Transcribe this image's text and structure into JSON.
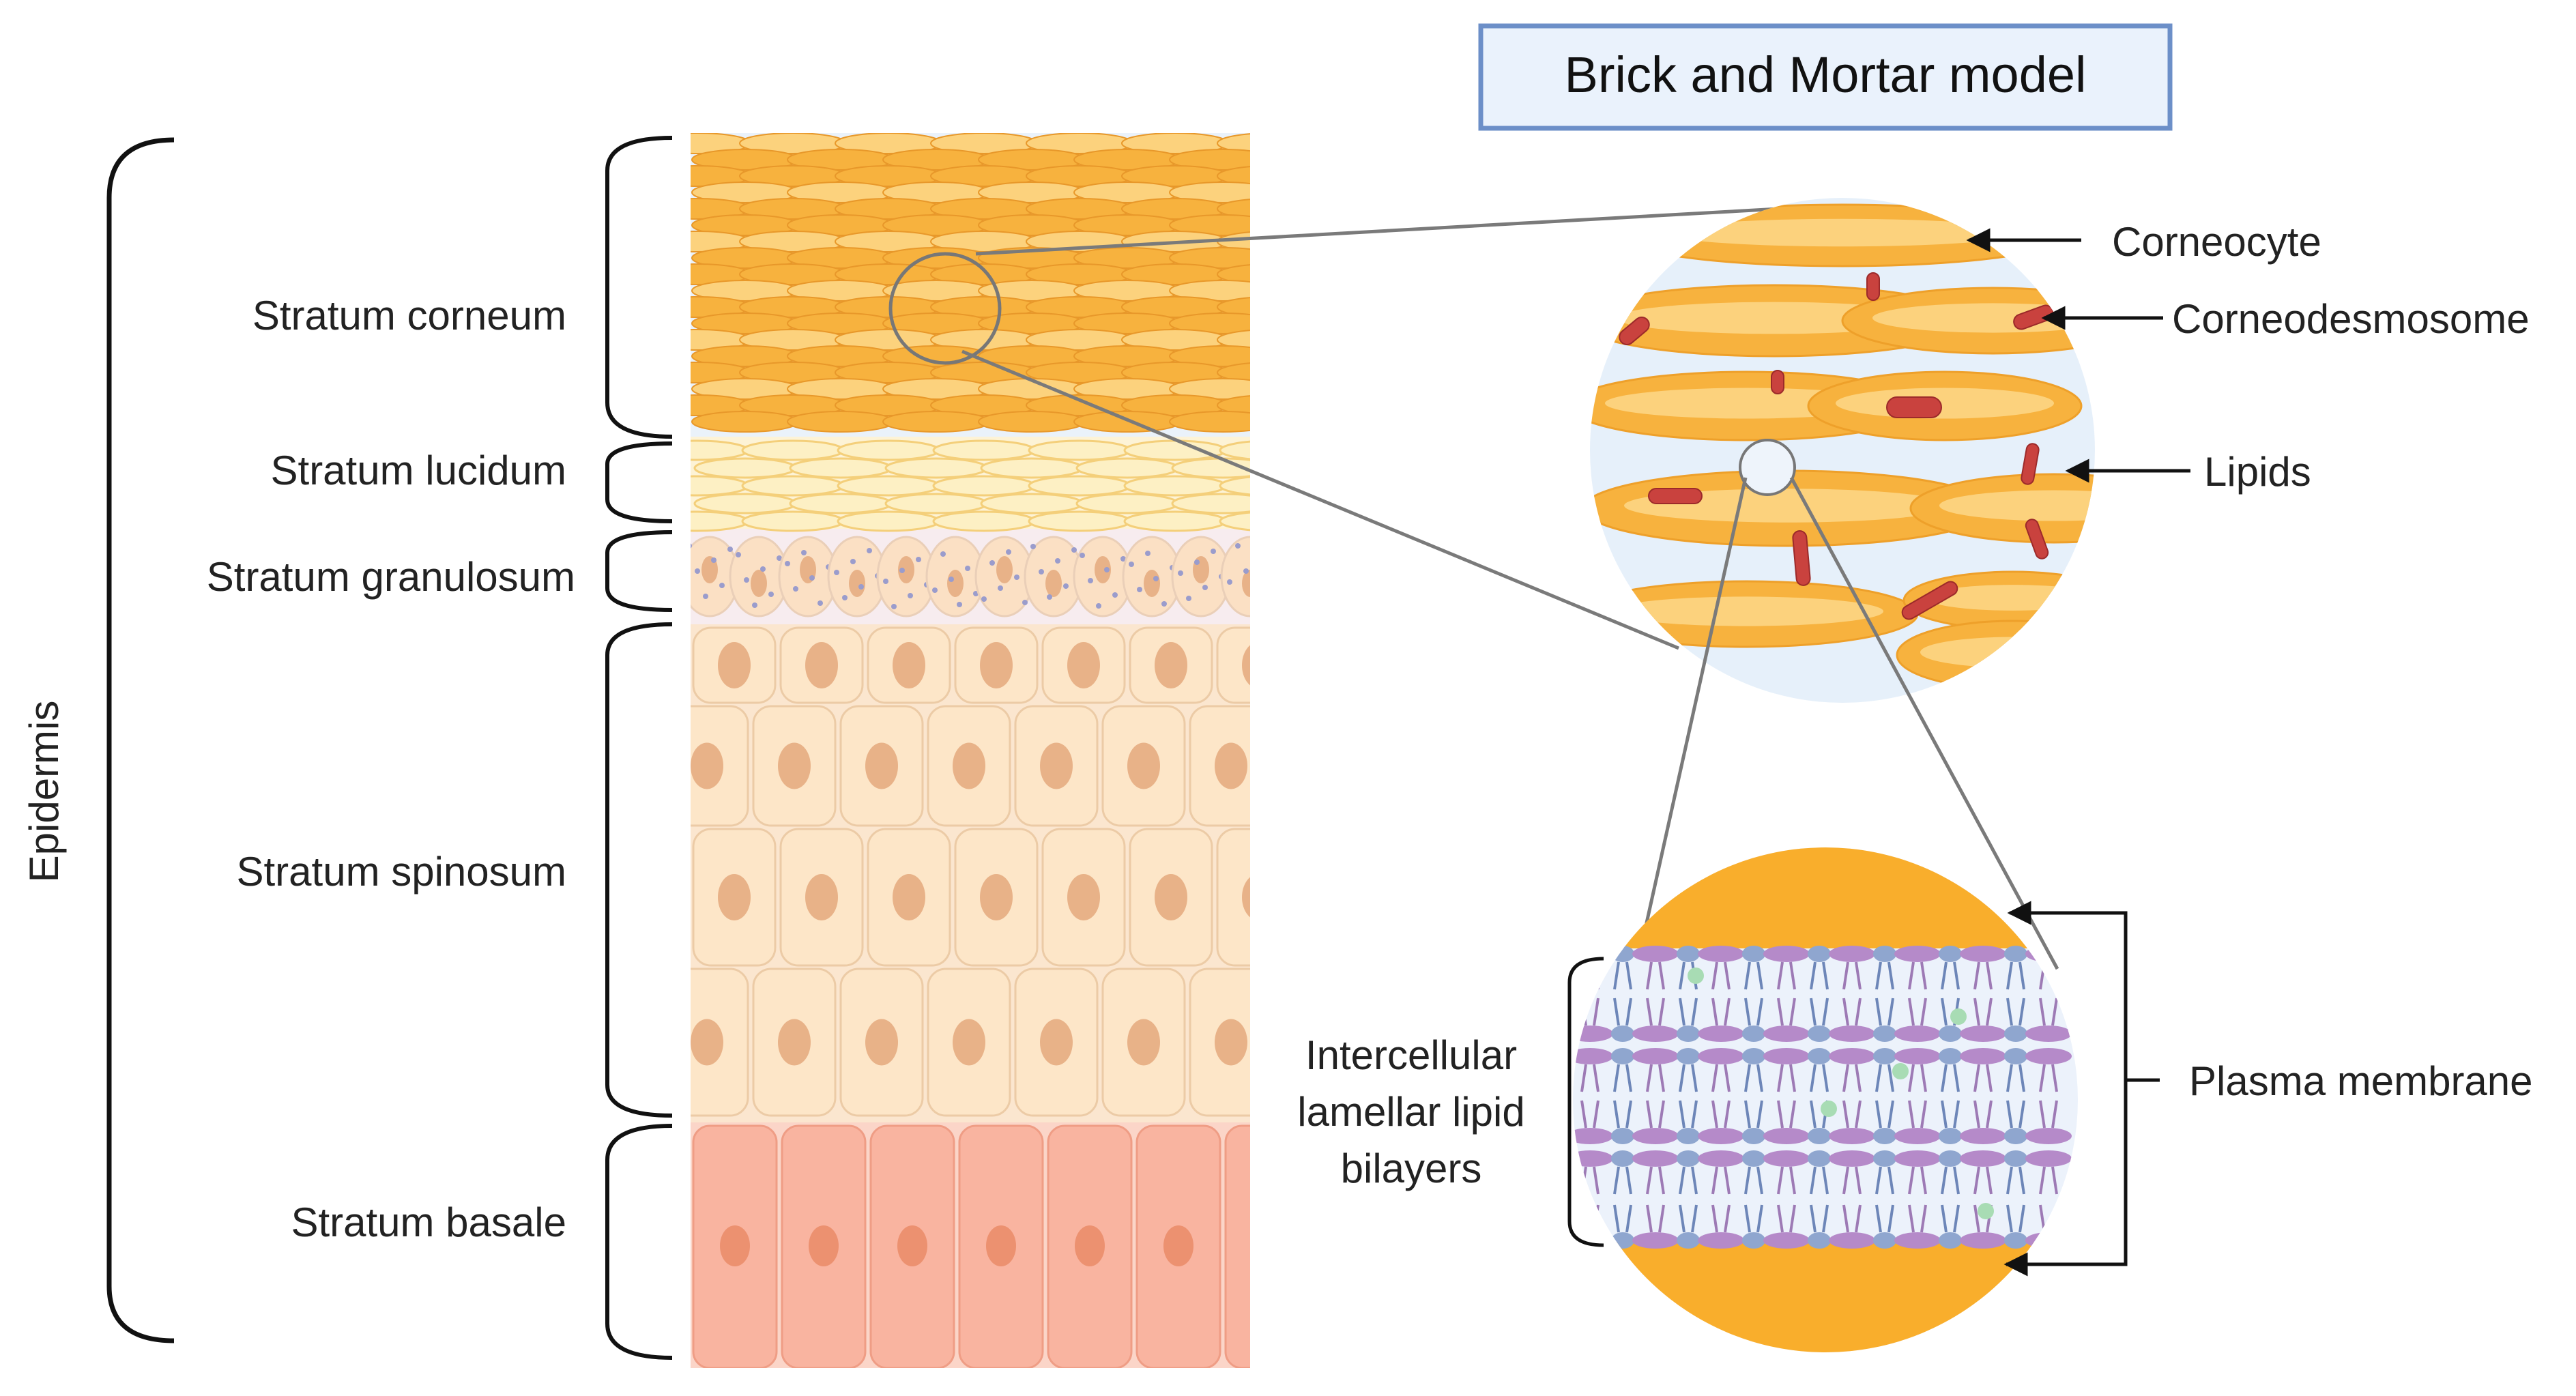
{
  "title": "Brick and Mortar model",
  "epidermis_label": "Epidermis",
  "layers": [
    {
      "key": "corneum",
      "label": "Stratum corneum"
    },
    {
      "key": "lucidum",
      "label": "Stratum lucidum"
    },
    {
      "key": "granulosum",
      "label": "Stratum granulosum"
    },
    {
      "key": "spinosum",
      "label": "Stratum spinosum"
    },
    {
      "key": "basale",
      "label": "Stratum basale"
    }
  ],
  "callouts": {
    "corneocyte": "Corneocyte",
    "corneodesmosome": "Corneodesmosome",
    "lipids": "Lipids",
    "plasma_membrane": "Plasma membrane",
    "bilayers": [
      "Intercellular",
      "lamellar lipid",
      "bilayers"
    ]
  },
  "colors": {
    "corneum": "#f7b23e",
    "corneum_light": "#fcd27d",
    "lucidum": "#fdf0c4",
    "granulosum": "#fbe0c4",
    "spinosum": "#fde6c8",
    "spinosum_nucleus": "#e8b288",
    "basale": "#f9b4a0",
    "basale_nucleus": "#ec9170",
    "desmosome": "#c9423e",
    "lipid_bg": "#e6f0fa",
    "title_border": "#6c8fc8",
    "title_fill": "#eaf2fc",
    "lipid_head_purple": "#b58ac9",
    "lipid_head_blue": "#8fa6cf"
  },
  "icons": [
    "bracket-icon",
    "arrow-icon",
    "zoom-circle-icon"
  ]
}
